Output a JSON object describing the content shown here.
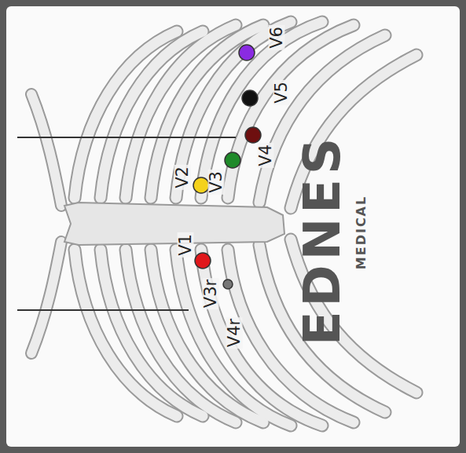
{
  "diagram": {
    "labels": [
      "V1",
      "V2",
      "V3",
      "V4",
      "V5",
      "V6",
      "V3r",
      "V4r",
      "EDNES",
      "MEDICAL"
    ]
  }
}
